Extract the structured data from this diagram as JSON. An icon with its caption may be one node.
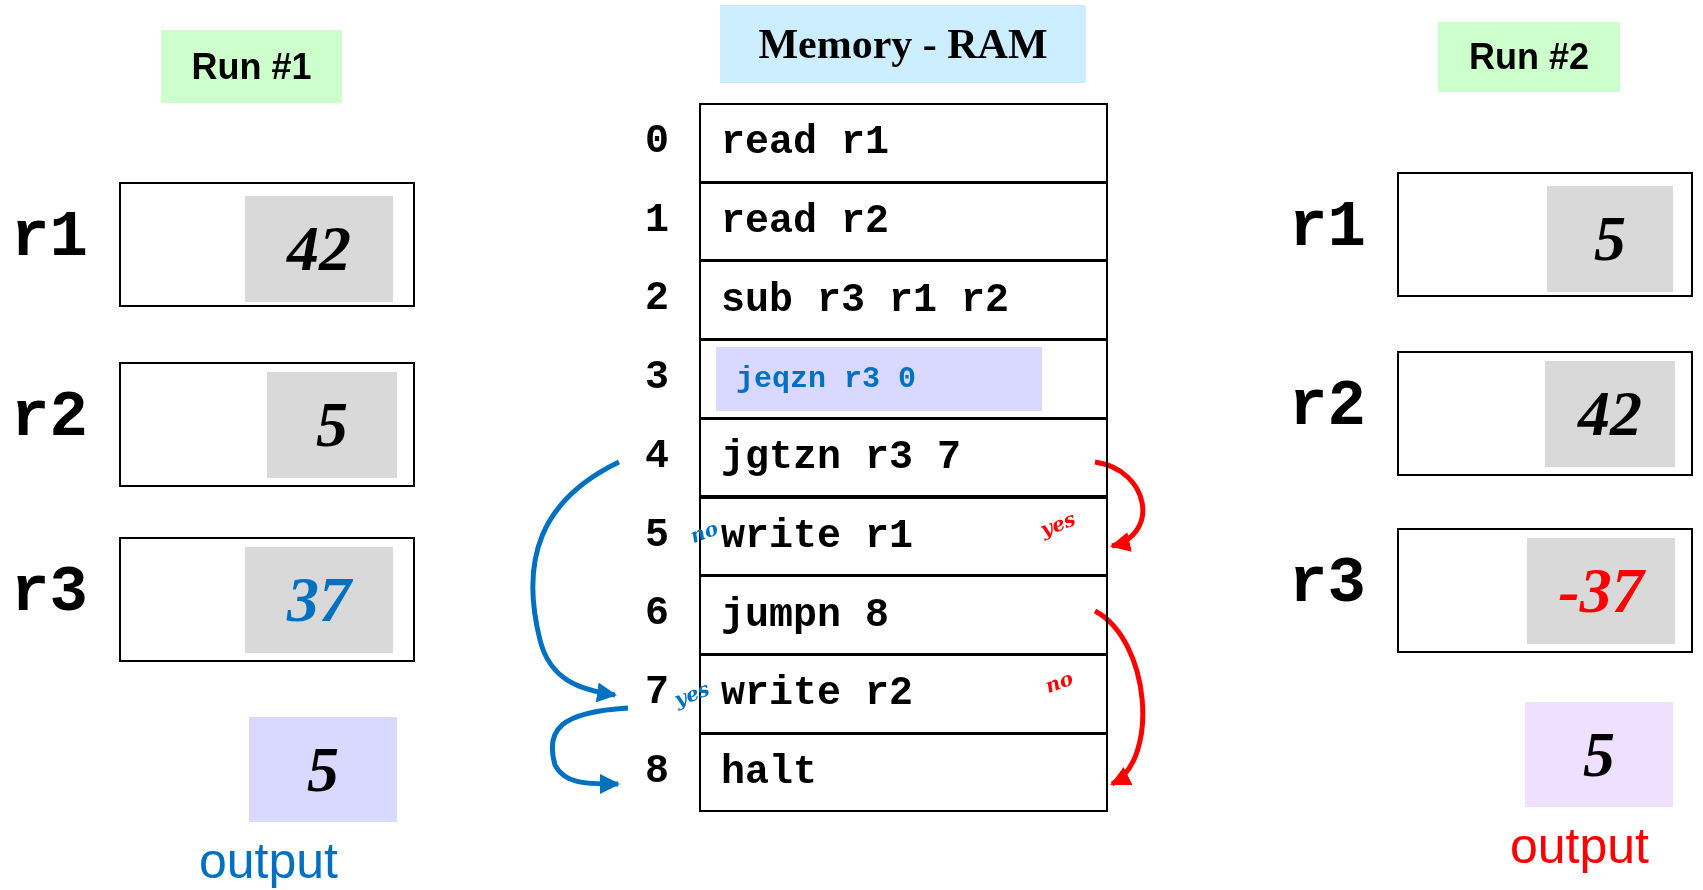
{
  "diagram": {
    "nodes": [
      {
        "text": [
          "Run #1"
        ]
      },
      {
        "text": [],
        "shape": "box",
        "beside": [
          "r1"
        ]
      },
      {
        "text": [
          "42"
        ],
        "in": 1
      },
      {
        "text": [],
        "shape": "box",
        "beside": [
          "r2"
        ]
      },
      {
        "text": [
          "5"
        ],
        "in": 3
      },
      {
        "text": [],
        "shape": "box",
        "beside": [
          "r3"
        ]
      },
      {
        "text": [
          "37"
        ],
        "in": 5
      },
      {
        "text": [
          "5"
        ],
        "beside": [
          "output"
        ]
      },
      {
        "text": [
          "Memory - RAM"
        ]
      },
      {
        "text": [
          "read r1"
        ],
        "beside": [
          "0"
        ]
      },
      {
        "text": [
          "read r2"
        ],
        "beside": [
          "1"
        ]
      },
      {
        "text": [
          "sub r3 r1 r2"
        ],
        "beside": [
          "2"
        ]
      },
      {
        "text": [],
        "shape": "box",
        "beside": [
          "3"
        ]
      },
      {
        "text": [
          "jeqzn r3 0"
        ],
        "in": 12
      },
      {
        "text": [
          "jgtzn r3 7"
        ],
        "beside": [
          "4"
        ]
      },
      {
        "text": [
          "write r1"
        ],
        "beside": [
          "5"
        ]
      },
      {
        "text": [
          "jumpn 8"
        ],
        "beside": [
          "6"
        ]
      },
      {
        "text": [
          "write r2"
        ],
        "beside": [
          "7"
        ]
      },
      {
        "text": [
          "halt"
        ],
        "beside": [
          "8"
        ]
      },
      {
        "text": [
          "Run #2"
        ]
      },
      {
        "text": [],
        "shape": "box",
        "beside": [
          "r1"
        ]
      },
      {
        "text": [
          "5"
        ],
        "in": 20
      },
      {
        "text": [],
        "shape": "box",
        "beside": [
          "r2"
        ]
      },
      {
        "text": [
          "42"
        ],
        "in": 22
      },
      {
        "text": [],
        "shape": "box",
        "beside": [
          "r3"
        ]
      },
      {
        "text": [
          "-37"
        ],
        "in": 24
      },
      {
        "text": [
          "5"
        ],
        "beside": [
          "output"
        ]
      }
    ],
    "edges": [
      {
        "from": 14,
        "to": 17,
        "arrow": "to",
        "color": "#0070c0"
      },
      {
        "from": 17,
        "to": 18,
        "arrow": "to",
        "color": "#0070c0"
      },
      {
        "from": 14,
        "to": 15,
        "arrow": "to",
        "color": "#ff0000"
      },
      {
        "from": 16,
        "to": 18,
        "arrow": "to",
        "color": "#ff0000"
      }
    ],
    "labels": [
      "no",
      "yes",
      "yes",
      "no"
    ]
  }
}
